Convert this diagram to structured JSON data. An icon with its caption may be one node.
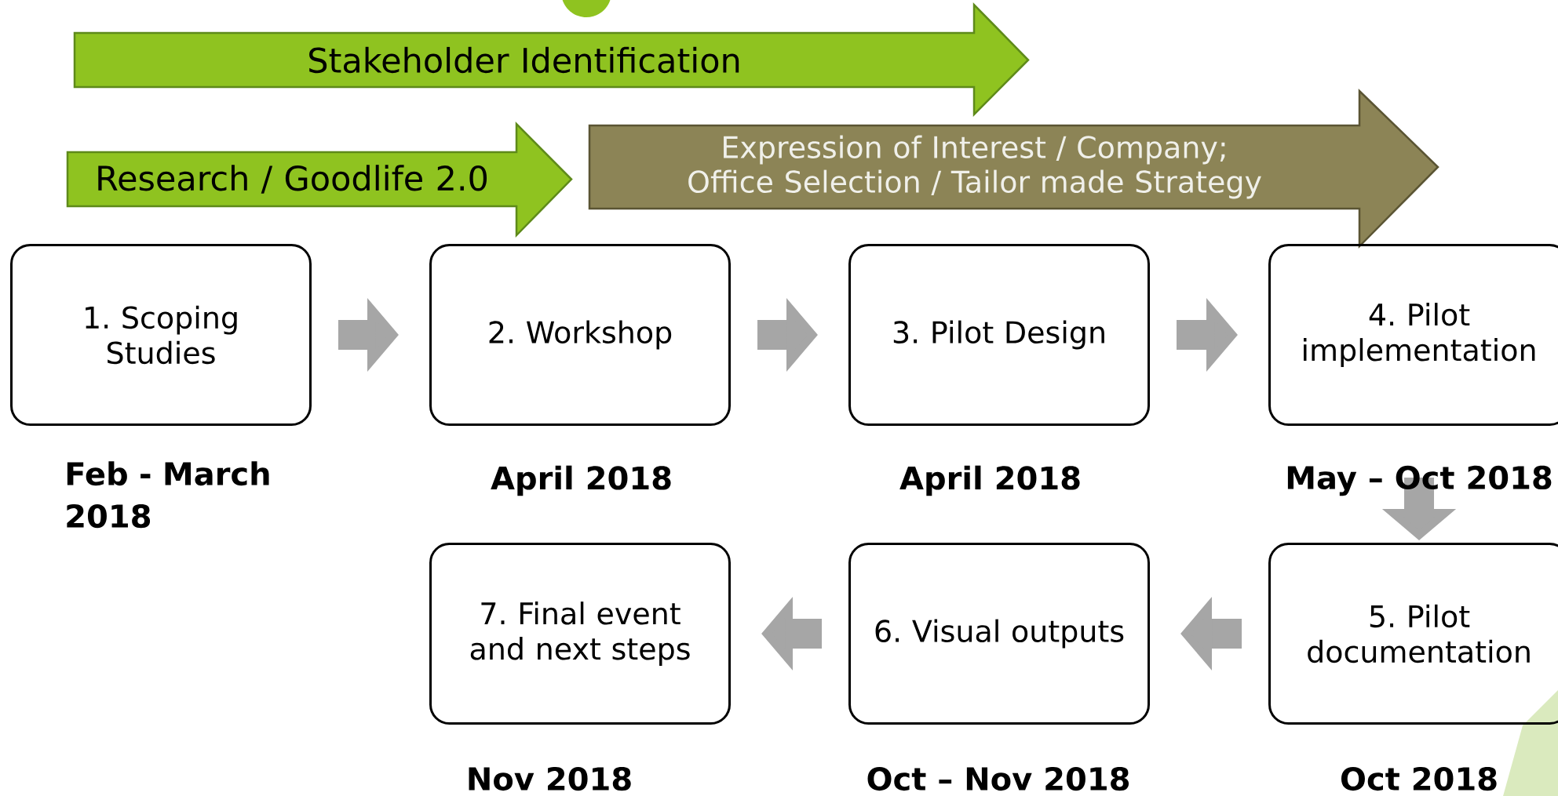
{
  "diagram": {
    "nodes": [
      {
        "text": [
          "Stakeholder Identification"
        ]
      },
      {
        "text": [
          "Research / Goodlife 2.0"
        ]
      },
      {
        "text": [
          "Expression of Interest / Company; Office Selection / Tailor made Strategy"
        ]
      },
      {
        "text": [
          "1. Scoping Studies"
        ],
        "beside": [
          "Feb - March 2018"
        ]
      },
      {
        "text": [
          "2. Workshop"
        ],
        "beside": [
          "April 2018"
        ]
      },
      {
        "text": [
          "3. Pilot Design"
        ],
        "beside": [
          "April 2018"
        ]
      },
      {
        "text": [
          "4. Pilot implementation"
        ],
        "beside": [
          "May – Oct 2018"
        ]
      },
      {
        "text": [
          "5. Pilot documentation"
        ],
        "beside": [
          "Oct 2018"
        ]
      },
      {
        "text": [
          "6. Visual outputs"
        ],
        "beside": [
          "Oct – Nov 2018"
        ]
      },
      {
        "text": [
          "7. Final event and next steps"
        ],
        "beside": [
          "Nov 2018"
        ]
      }
    ],
    "edges": [
      {
        "from": 3,
        "to": 4,
        "arrow": "to"
      },
      {
        "from": 4,
        "to": 5,
        "arrow": "to"
      },
      {
        "from": 5,
        "to": 6,
        "arrow": "to"
      },
      {
        "from": 6,
        "to": 7,
        "arrow": "to"
      },
      {
        "from": 7,
        "to": 8,
        "arrow": "to"
      },
      {
        "from": 8,
        "to": 9,
        "arrow": "to"
      }
    ]
  }
}
